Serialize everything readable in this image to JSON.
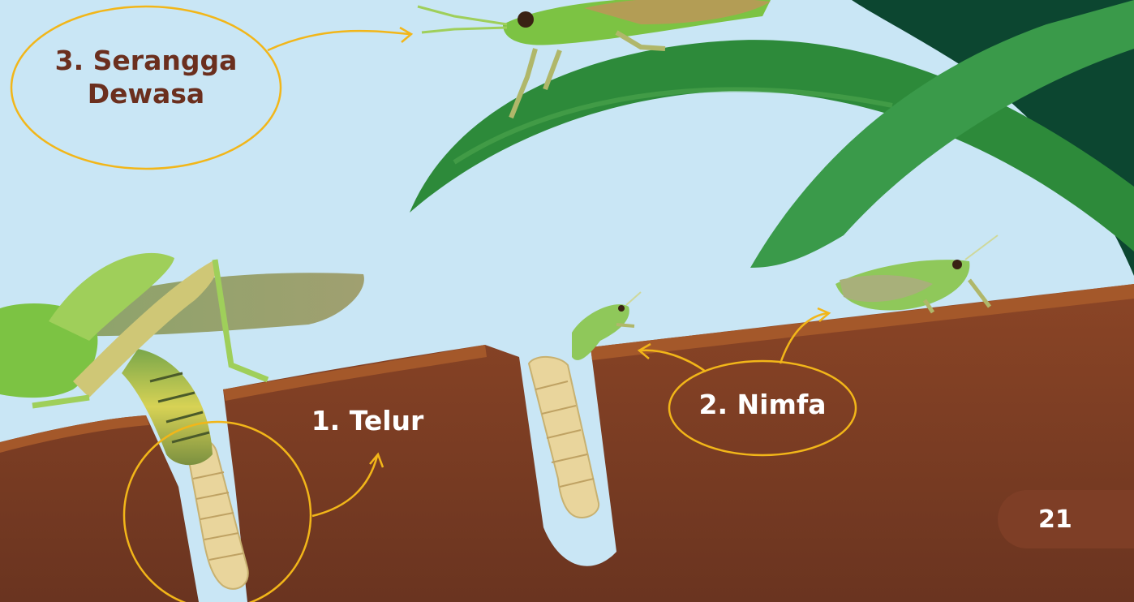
{
  "labels": {
    "stage3_line1": "3. Serangga",
    "stage3_line2": "Dewasa",
    "stage1": "1. Telur",
    "stage2": "2. Nimfa"
  },
  "page_number": "21",
  "colors": {
    "sky": "#c9e6f5",
    "soil": "#7e3e26",
    "soil_top": "#a4582a",
    "leaf": "#2f8a3d",
    "leaf_dark": "#0c4630",
    "grasshopper": "#7cc343",
    "egg_pod": "#e9d59c",
    "annotation": "#f2b619",
    "label_dark": "#6b2f1e",
    "label_light": "#ffffff"
  }
}
